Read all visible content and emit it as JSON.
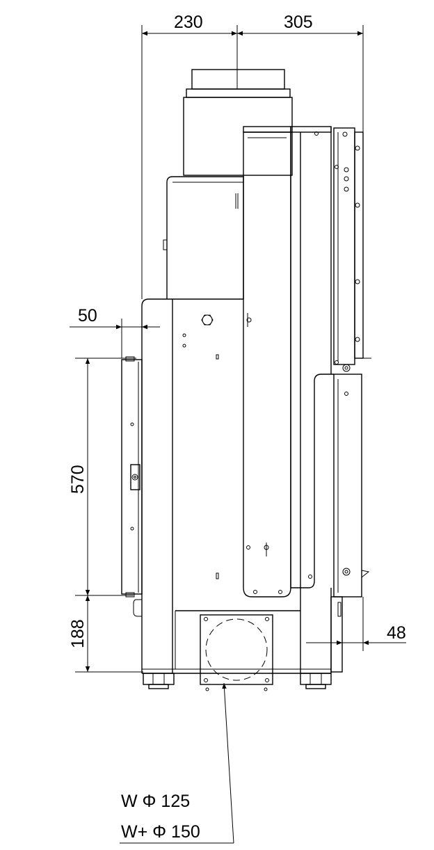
{
  "dimensions": {
    "top_left": "230",
    "top_right": "305",
    "side_offset": "50",
    "height_upper": "570",
    "height_lower": "188",
    "right_offset": "48"
  },
  "legend": {
    "line1": "W  Φ 125",
    "line2": "W+ Φ 150"
  }
}
